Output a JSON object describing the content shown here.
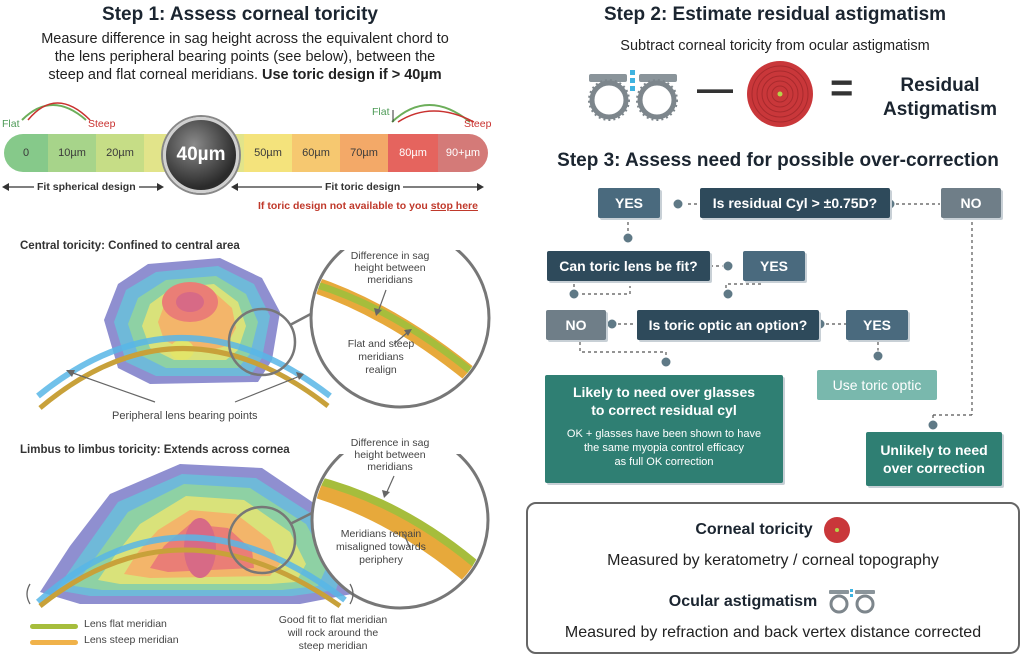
{
  "step1": {
    "title": "Step 1: Assess corneal toricity",
    "desc_line1": "Measure difference in sag height across the equivalent chord to",
    "desc_line2": "the lens peripheral bearing points (see below), between the",
    "desc_line3": "steep and flat corneal meridians. ",
    "desc_bold": "Use toric design if > 40µm",
    "flat_label": "Flat",
    "steep_label": "Steep",
    "scale_left": [
      "0",
      "10µm",
      "20µm"
    ],
    "scale_center": "40µm",
    "scale_right": [
      "50µm",
      "60µm",
      "70µm",
      "80µm",
      "90+µm"
    ],
    "fit_spherical": "Fit spherical design",
    "fit_toric": "Fit toric design",
    "stop_prefix": "If toric design not available to you ",
    "stop_link": "stop here"
  },
  "central": {
    "title": "Central toricity: Confined to central area",
    "callout_top": [
      "Difference in sag",
      "height between",
      "meridians"
    ],
    "callout_bottom": [
      "Flat and steep",
      "meridians",
      "realign"
    ],
    "bearing_label": "Peripheral lens bearing points"
  },
  "limbus": {
    "title": "Limbus to limbus toricity: Extends across cornea",
    "callout_top": [
      "Difference in sag",
      "height between",
      "meridians"
    ],
    "callout_bottom": [
      "Meridians remain",
      "misaligned towards",
      "periphery"
    ],
    "legend_flat": "Lens flat meridian",
    "legend_steep": "Lens steep meridian",
    "rock_note": [
      "Good fit to flat meridian",
      "will rock around the",
      "steep meridian"
    ]
  },
  "step2": {
    "title": "Step 2: Estimate residual astigmatism",
    "desc": "Subtract corneal toricity from ocular astigmatism",
    "minus": "—",
    "equals": "=",
    "result_line1": "Residual",
    "result_line2": "Astigmatism"
  },
  "step3": {
    "title": "Step 3: Assess need for possible over-correction",
    "q1": "Is residual Cyl > ±0.75D?",
    "q1_yes": "YES",
    "q1_no": "NO",
    "q2": "Can toric lens be fit?",
    "q2_yes": "YES",
    "q3": "Is toric optic an option?",
    "q3_no": "NO",
    "q3_yes": "YES",
    "likely_title": [
      "Likely to need over glasses",
      "to correct residual cyl"
    ],
    "likely_note": [
      "OK + glasses have been shown to have",
      "the same myopia control efficacy",
      "as full OK correction"
    ],
    "use_toric": "Use toric optic",
    "unlikely": [
      "Unlikely to need",
      "over correction"
    ]
  },
  "legend_box": {
    "corneal_title": "Corneal toricity",
    "corneal_desc": "Measured by keratometry / corneal topography",
    "ocular_title": "Ocular astigmatism",
    "ocular_desc": "Measured by refraction and back vertex distance corrected"
  },
  "colors": {
    "dark_box": "#2e4a5b",
    "teal_box": "#2f7f73",
    "light_teal": "#79b8ad",
    "stop_red": "#c0392b",
    "flat_green": "#8fb93e",
    "steep_orange": "#f0b24a"
  }
}
